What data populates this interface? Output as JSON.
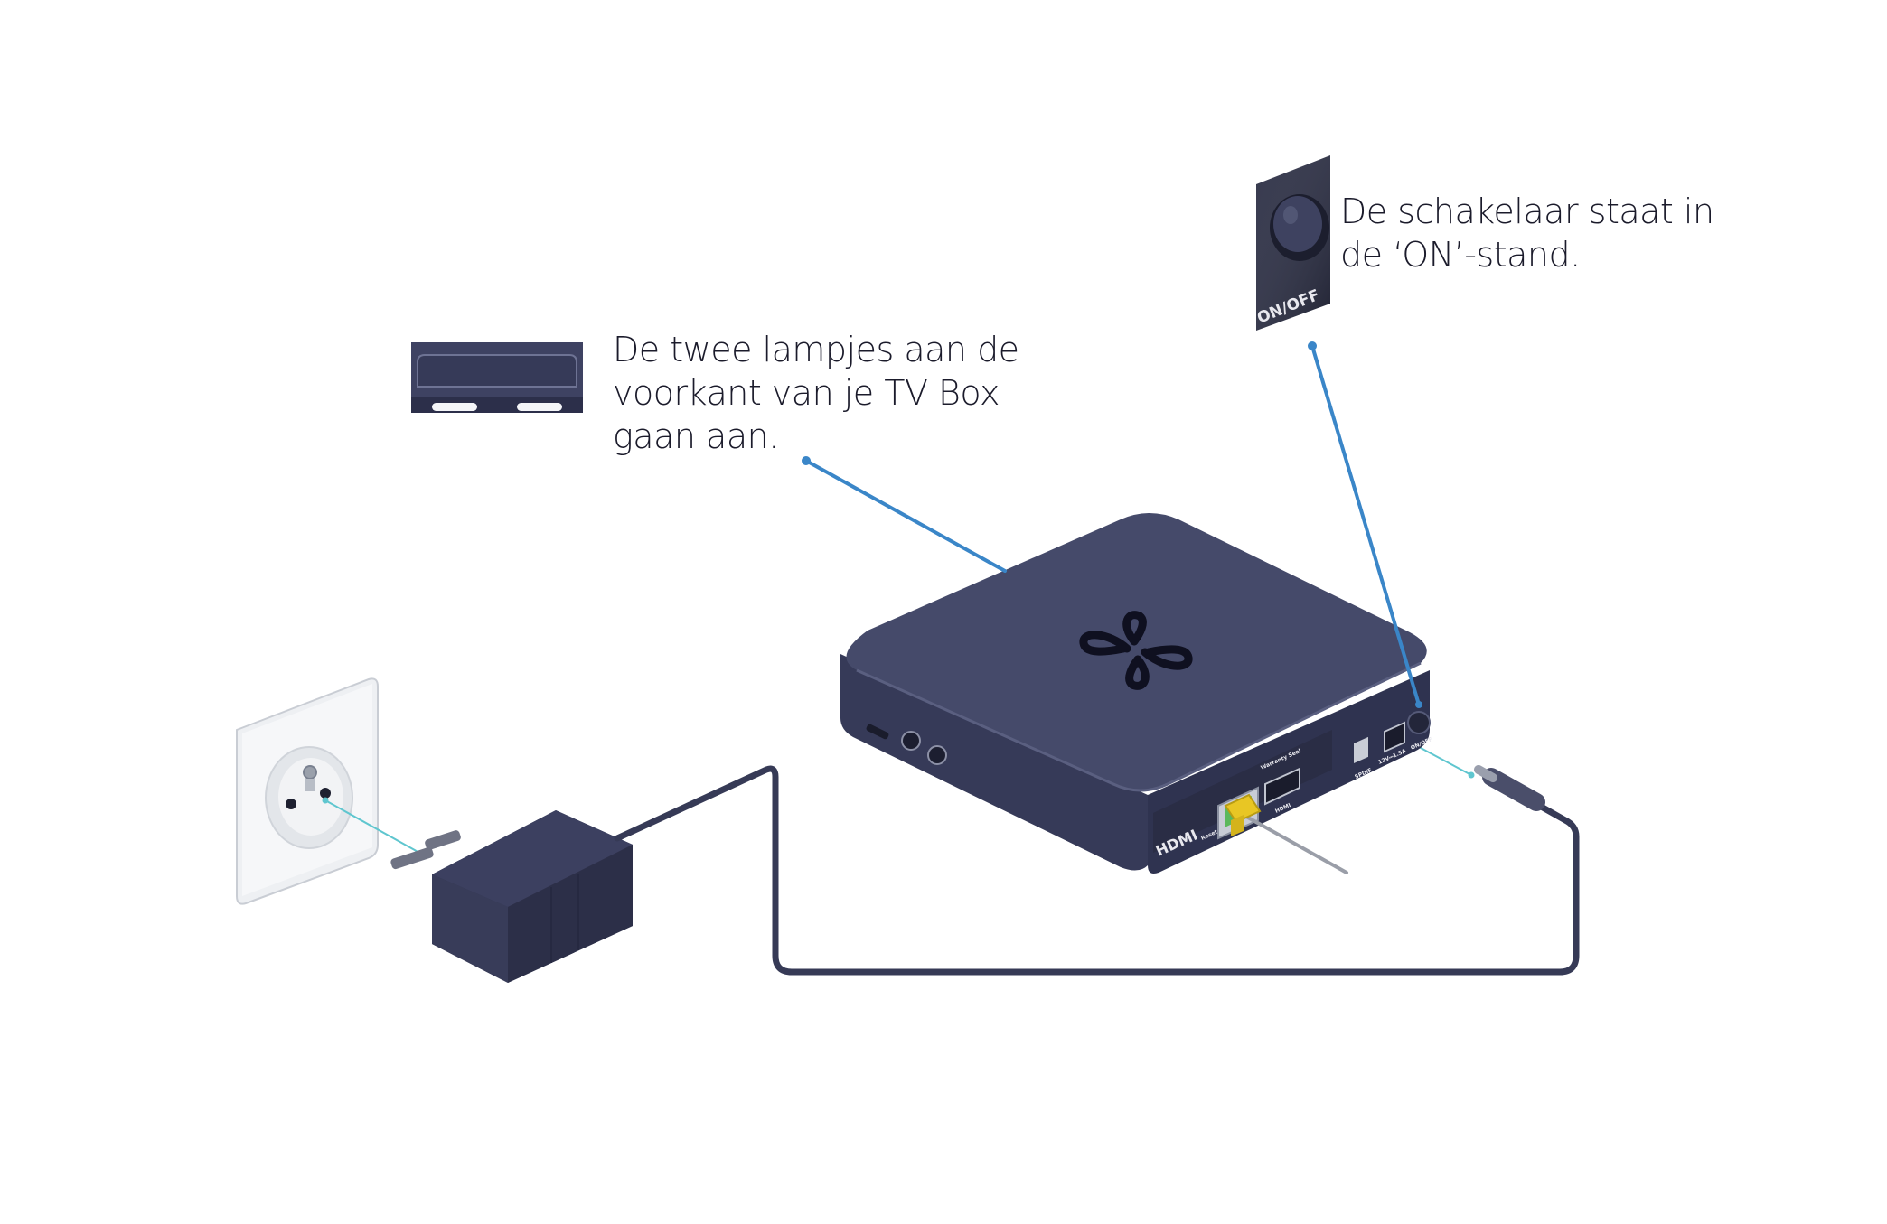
{
  "callouts": {
    "leds": "De twee lampjes aan de\nvoorkant van je TV Box\ngaan aan.",
    "switch": "De schakelaar staat in\nde ‘ON’-stand."
  },
  "device_labels": {
    "on_off": "ON/OFF",
    "hdmi": "HDMI",
    "spdif": "SPDIF",
    "hdmi_port": "HDMI",
    "warranty": "Warranty Seal",
    "reset": "Reset",
    "power_rating": "12V⎓1.5A",
    "on_off_small": "ON/OFF"
  },
  "colors": {
    "pointer_line": "#3a86c8",
    "device_body": "#3d4160",
    "device_top": "#454a6a",
    "device_dark": "#2a2d45",
    "cable": "#363a56",
    "ethernet_plug": "#e8c624",
    "thin_guide": "#5fc6cf"
  }
}
